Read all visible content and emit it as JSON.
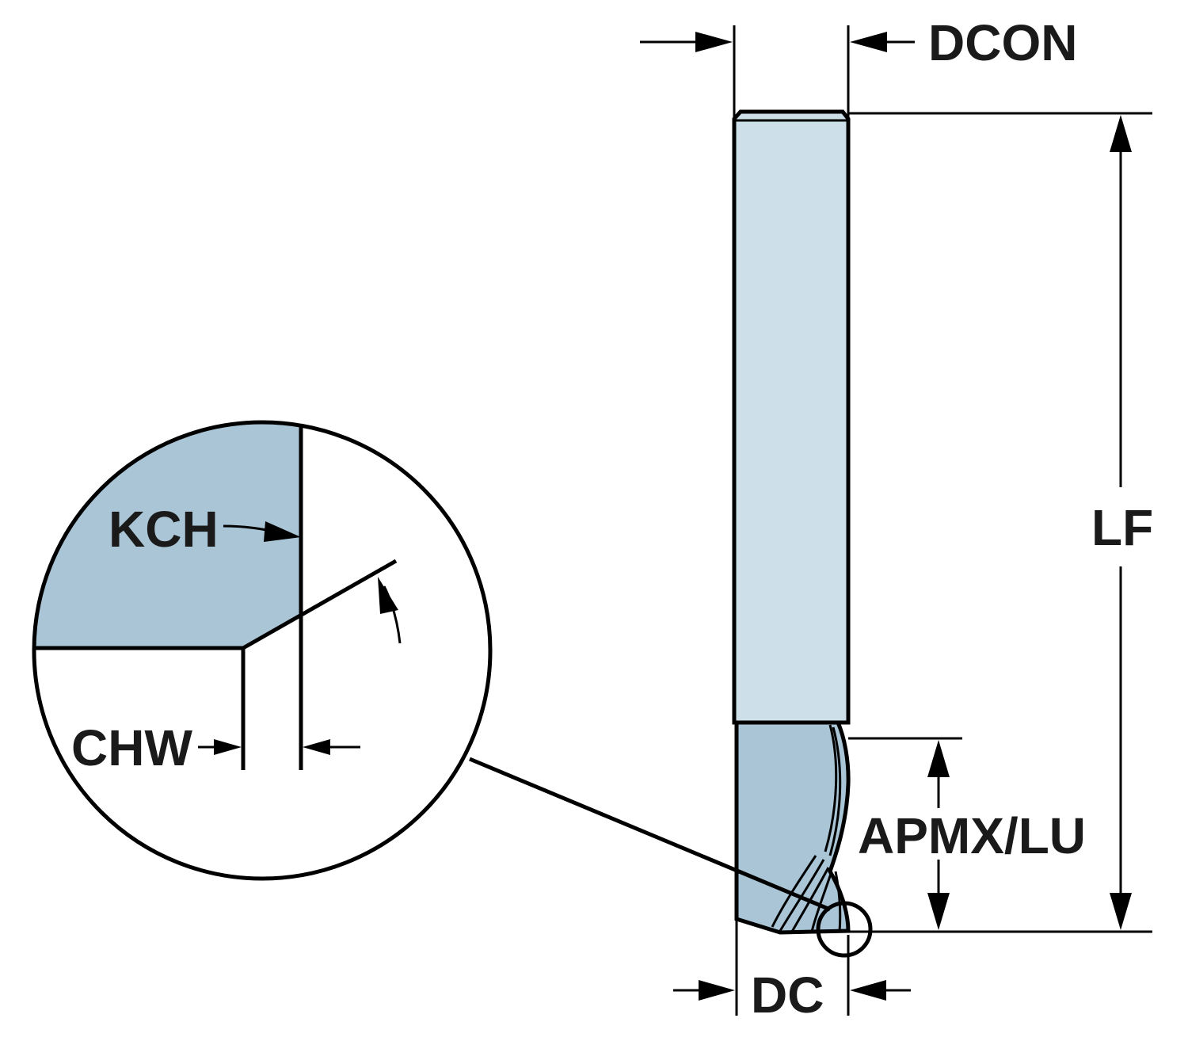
{
  "labels": {
    "dcon": "DCON",
    "lf": "LF",
    "apmx_lu": "APMX/LU",
    "dc": "DC",
    "kch": "KCH",
    "chw": "CHW"
  },
  "colors": {
    "shank": "#cddfe8",
    "cutter": "#a9c5d6",
    "detail_fill": "#a9c5d6",
    "line": "#000000",
    "background": "#ffffff"
  }
}
